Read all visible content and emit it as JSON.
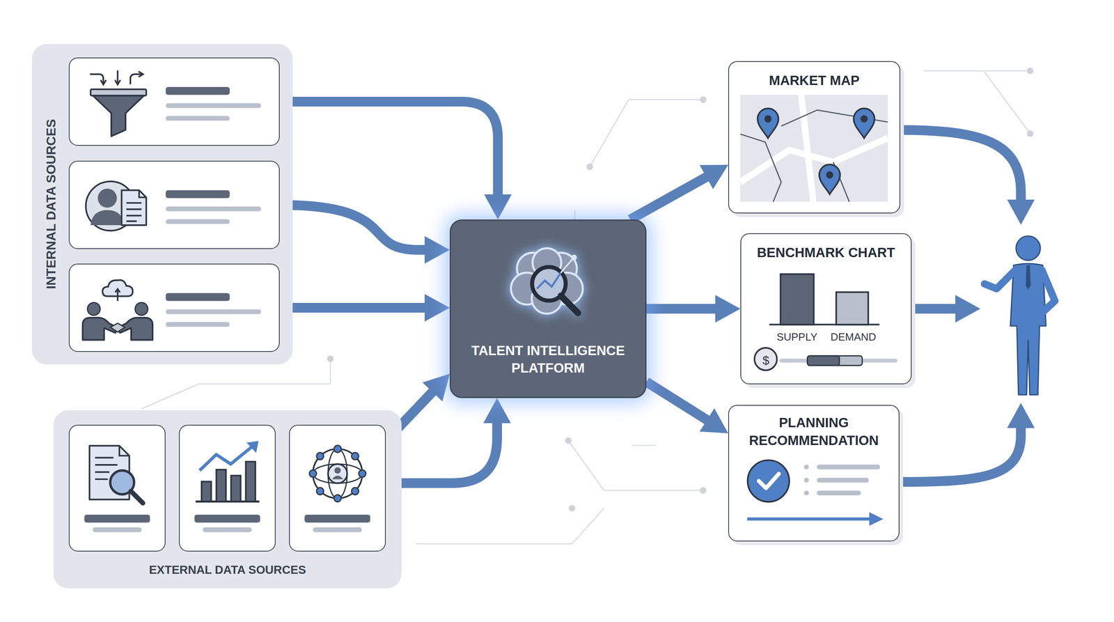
{
  "diagram": {
    "nodes": [
      {
        "text": [
          "INTERNAL DATA SOURCES"
        ]
      },
      {
        "text": [],
        "in": 0
      },
      {
        "text": [],
        "in": 0
      },
      {
        "text": [],
        "in": 0
      },
      {
        "text": [
          "EXTERNAL DATA SOURCES"
        ]
      },
      {
        "text": [],
        "in": 4
      },
      {
        "text": [],
        "in": 4
      },
      {
        "text": [],
        "in": 4
      },
      {
        "text": [
          "TALENT INTELLIGENCE PLATFORM"
        ]
      },
      {
        "text": [
          "MARKET MAP"
        ]
      },
      {
        "text": [
          "BENCHMARK CHART"
        ]
      },
      {
        "text": [
          "PLANNING RECOMMENDATION"
        ]
      },
      {
        "text": []
      }
    ],
    "edges": [
      {
        "from": 1,
        "to": 8,
        "arrow": "to"
      },
      {
        "from": 2,
        "to": 8,
        "arrow": "to"
      },
      {
        "from": 3,
        "to": 8,
        "arrow": "to"
      },
      {
        "from": 7,
        "to": 8,
        "arrow": "to"
      },
      {
        "from": 4,
        "to": 8,
        "arrow": "to"
      },
      {
        "from": 8,
        "to": 9,
        "arrow": "to"
      },
      {
        "from": 8,
        "to": 10,
        "arrow": "to"
      },
      {
        "from": 8,
        "to": 11,
        "arrow": "to"
      },
      {
        "from": 9,
        "to": 12,
        "arrow": "to"
      },
      {
        "from": 10,
        "to": 12,
        "arrow": "to"
      },
      {
        "from": 11,
        "to": 12,
        "arrow": "to"
      }
    ],
    "labels": [
      "SUPPLY",
      "DEMAND",
      "$"
    ]
  }
}
